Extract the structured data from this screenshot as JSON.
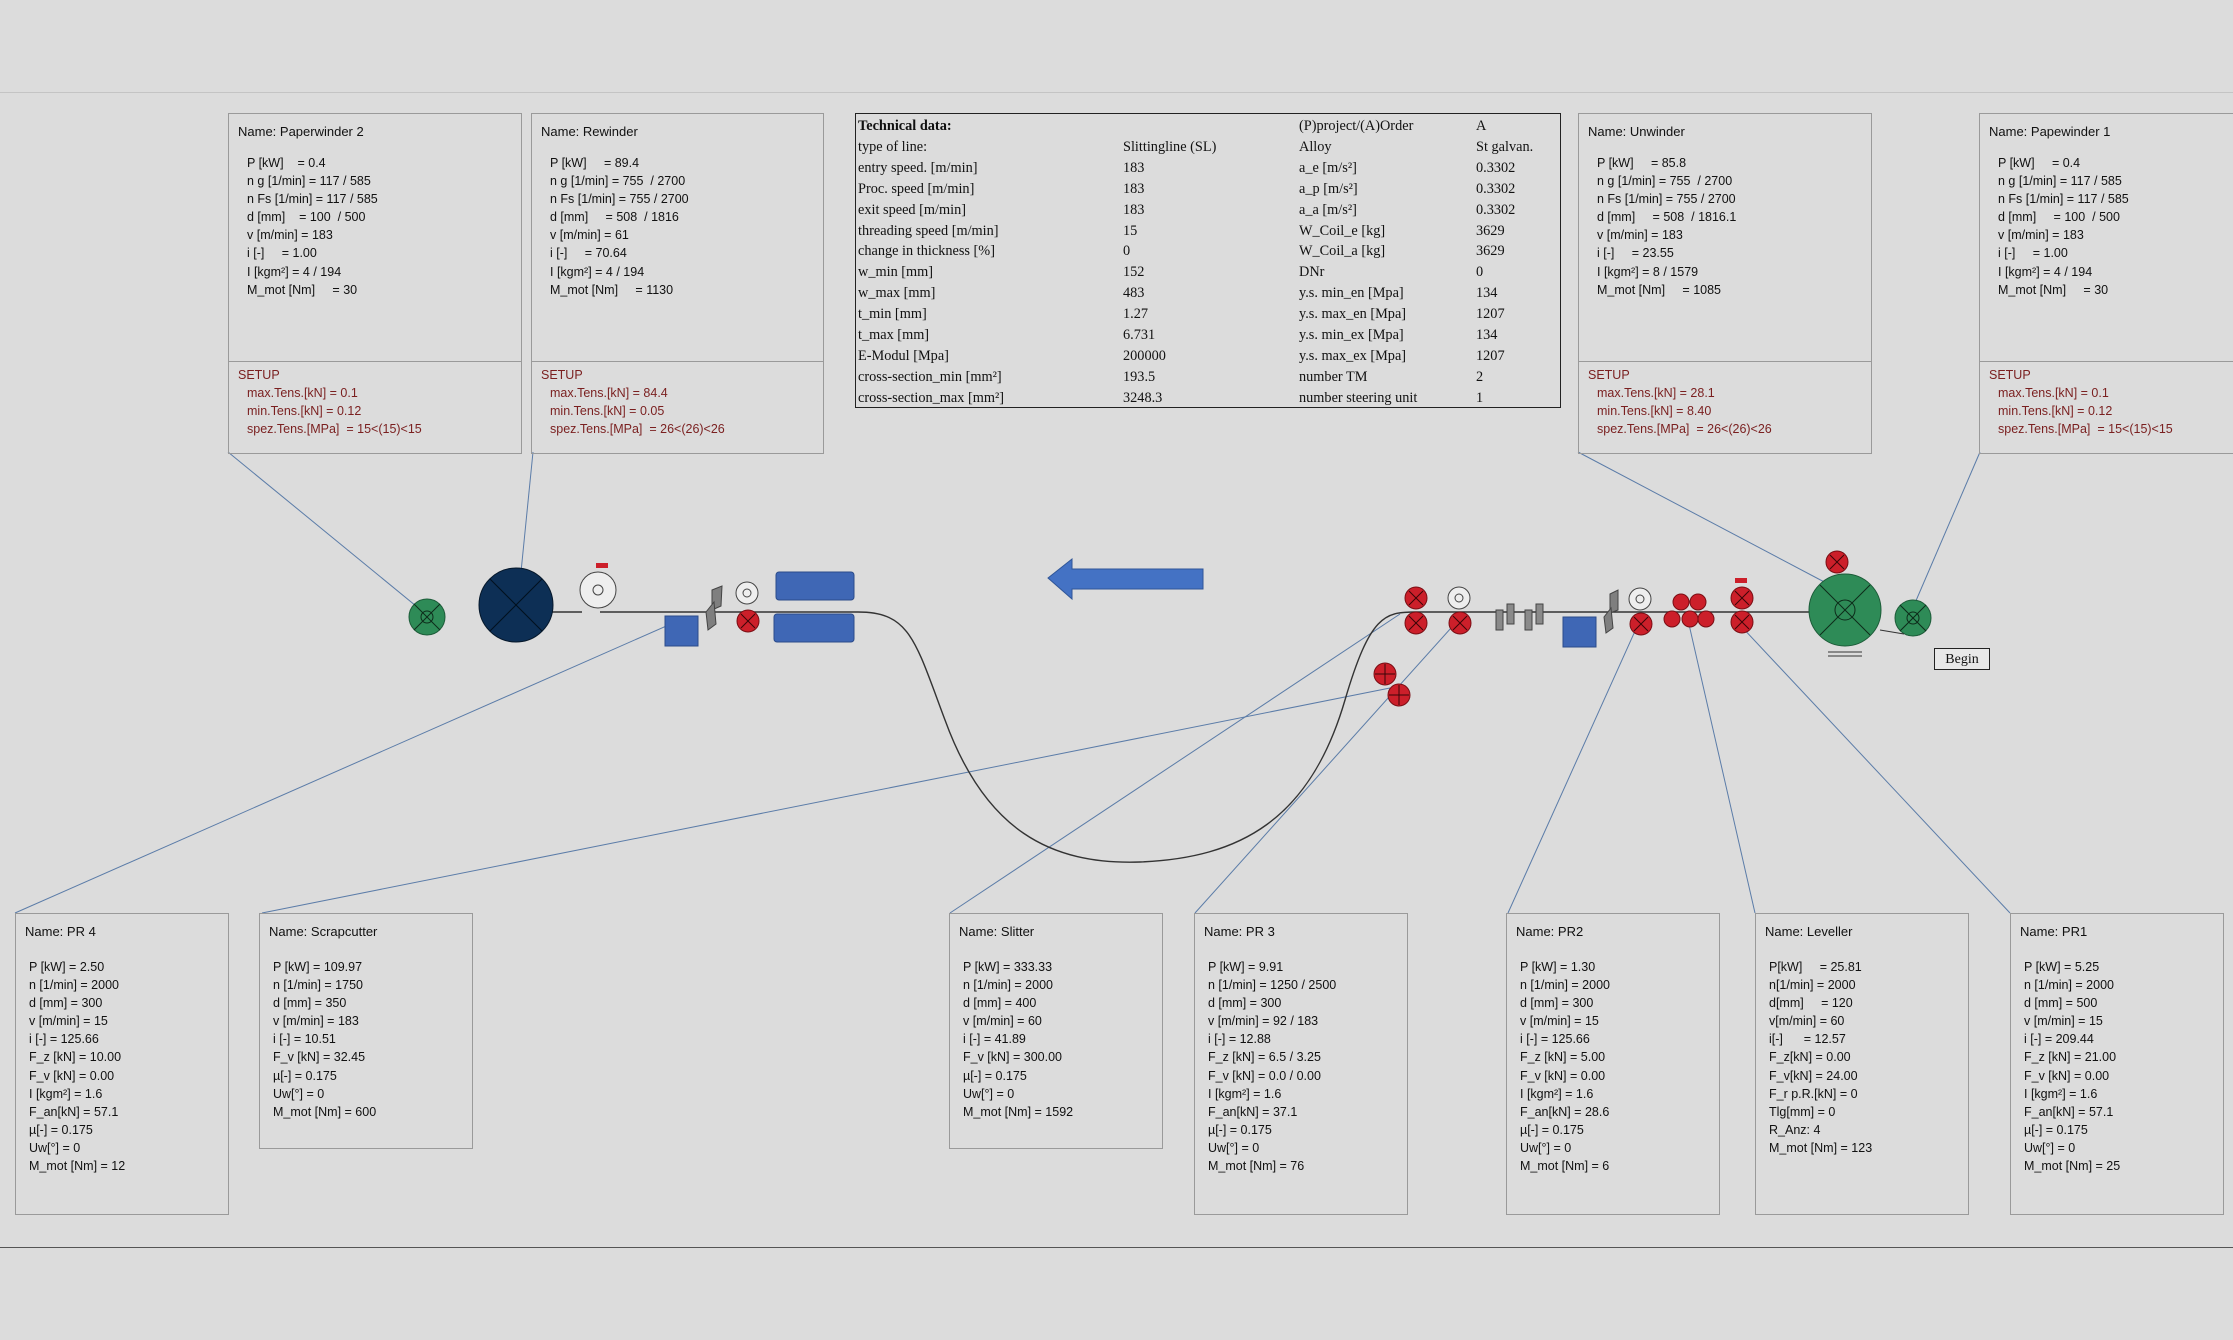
{
  "technical_data": {
    "rows": [
      {
        "c1": "Technical data:",
        "c2": "",
        "c3": "(P)project/(A)Order",
        "c4": "A"
      },
      {
        "c1": "type of line:",
        "c2": "Slittingline (SL)",
        "c3": "Alloy",
        "c4": "St galvan."
      },
      {
        "c1": "entry speed. [m/min]",
        "c2": "183",
        "c3": "a_e [m/s²]",
        "c4": "0.3302"
      },
      {
        "c1": "Proc. speed [m/min]",
        "c2": "183",
        "c3": "a_p [m/s²]",
        "c4": "0.3302"
      },
      {
        "c1": "exit speed [m/min]",
        "c2": "183",
        "c3": "a_a [m/s²]",
        "c4": "0.3302"
      },
      {
        "c1": "threading speed [m/min]",
        "c2": "15",
        "c3": "W_Coil_e [kg]",
        "c4": "3629"
      },
      {
        "c1": "change in thickness [%]",
        "c2": "0",
        "c3": "W_Coil_a [kg]",
        "c4": "3629"
      },
      {
        "c1": "w_min [mm]",
        "c2": "152",
        "c3": "DNr",
        "c4": "0"
      },
      {
        "c1": "w_max [mm]",
        "c2": "483",
        "c3": "y.s. min_en [Mpa]",
        "c4": "134"
      },
      {
        "c1": "t_min [mm]",
        "c2": "1.27",
        "c3": "y.s. max_en [Mpa]",
        "c4": "1207"
      },
      {
        "c1": "t_max [mm]",
        "c2": "6.731",
        "c3": "y.s. min_ex [Mpa]",
        "c4": "134"
      },
      {
        "c1": "E-Modul [Mpa]",
        "c2": "200000",
        "c3": "y.s. max_ex [Mpa]",
        "c4": "1207"
      },
      {
        "c1": "cross-section_min [mm²]",
        "c2": "193.5",
        "c3": "number TM",
        "c4": "2"
      },
      {
        "c1": "cross-section_max [mm²]",
        "c2": "3248.3",
        "c3": "number steering unit",
        "c4": "1"
      }
    ]
  },
  "top_boxes": [
    {
      "name": "Name: Paperwinder 2",
      "lines": [
        "P [kW]    = 0.4",
        "n g [1/min] = 117 / 585",
        "n Fs [1/min] = 117 / 585",
        "d [mm]    = 100  / 500",
        "v [m/min] = 183",
        "i [-]     = 1.00",
        "I [kgm²] = 4 / 194",
        "M_mot [Nm]     = 30"
      ],
      "setup_title": "SETUP",
      "setup": [
        "max.Tens.[kN] = 0.1",
        "min.Tens.[kN] = 0.12",
        "spez.Tens.[MPa]  = 15<(15)<15"
      ]
    },
    {
      "name": "Name: Rewinder",
      "lines": [
        "P [kW]     = 89.4",
        "n g [1/min] = 755  / 2700",
        "n Fs [1/min] = 755 / 2700",
        "d [mm]     = 508  / 1816",
        "v [m/min] = 61",
        "i [-]     = 70.64",
        "I [kgm²] = 4 / 194",
        "M_mot [Nm]     = 1130"
      ],
      "setup_title": "SETUP",
      "setup": [
        "max.Tens.[kN] = 84.4",
        "min.Tens.[kN] = 0.05",
        "spez.Tens.[MPa]  = 26<(26)<26"
      ]
    },
    {
      "name": "Name: Unwinder",
      "lines": [
        "P [kW]     = 85.8",
        "n g [1/min] = 755  / 2700",
        "n Fs [1/min] = 755 / 2700",
        "d [mm]     = 508  / 1816.1",
        "v [m/min] = 183",
        "i [-]     = 23.55",
        "I [kgm²] = 8 / 1579",
        "M_mot [Nm]     = 1085"
      ],
      "setup_title": "SETUP",
      "setup": [
        "max.Tens.[kN] = 28.1",
        "min.Tens.[kN] = 8.40",
        "spez.Tens.[MPa]  = 26<(26)<26"
      ]
    },
    {
      "name": "Name: Papewinder 1",
      "lines": [
        "P [kW]     = 0.4",
        "n g [1/min] = 117 / 585",
        "n Fs [1/min] = 117 / 585",
        "d [mm]     = 100  / 500",
        "v [m/min] = 183",
        "i [-]     = 1.00",
        "I [kgm²] = 4 / 194",
        "M_mot [Nm]     = 30"
      ],
      "setup_title": "SETUP",
      "setup": [
        "max.Tens.[kN] = 0.1",
        "min.Tens.[kN] = 0.12",
        "spez.Tens.[MPa]  = 15<(15)<15"
      ]
    }
  ],
  "bottom_boxes": [
    {
      "name": "Name: PR 4",
      "lines": [
        "P [kW] = 2.50",
        "n [1/min] = 2000",
        "d [mm] = 300",
        "v [m/min] = 15",
        "i [-] = 125.66",
        "F_z [kN] = 10.00",
        "F_v [kN] = 0.00",
        "I [kgm²] = 1.6",
        "F_an[kN] = 57.1",
        "µ[-] = 0.175",
        "Uw[°] = 0",
        "M_mot [Nm] = 12"
      ]
    },
    {
      "name": "Name: Scrapcutter",
      "lines": [
        "P [kW] = 109.97",
        "n [1/min] = 1750",
        "d [mm] = 350",
        "v [m/min] = 183",
        "i [-] = 10.51",
        "F_v [kN] = 32.45",
        "µ[-] = 0.175",
        "Uw[°] = 0",
        "M_mot [Nm] = 600"
      ]
    },
    {
      "name": "Name: Slitter",
      "lines": [
        "P [kW] = 333.33",
        "n [1/min] = 2000",
        "d [mm] = 400",
        "v [m/min] = 60",
        "i [-] = 41.89",
        "F_v [kN] = 300.00",
        "µ[-] = 0.175",
        "Uw[°] = 0",
        "M_mot [Nm] = 1592"
      ]
    },
    {
      "name": "Name: PR 3",
      "lines": [
        "P [kW] = 9.91",
        "n [1/min] = 1250 / 2500",
        "d [mm] = 300",
        "v [m/min] = 92 / 183",
        "i [-] = 12.88",
        "F_z [kN] = 6.5 / 3.25",
        "F_v [kN] = 0.0 / 0.00",
        "I [kgm²] = 1.6",
        "F_an[kN] = 37.1",
        "µ[-] = 0.175",
        "Uw[°] = 0",
        "M_mot [Nm] = 76"
      ]
    },
    {
      "name": "Name: PR2",
      "lines": [
        "P [kW] = 1.30",
        "n [1/min] = 2000",
        "d [mm] = 300",
        "v [m/min] = 15",
        "i [-] = 125.66",
        "F_z [kN] = 5.00",
        "F_v [kN] = 0.00",
        "I [kgm²] = 1.6",
        "F_an[kN] = 28.6",
        "µ[-] = 0.175",
        "Uw[°] = 0",
        "M_mot [Nm] = 6"
      ]
    },
    {
      "name": "Name: Leveller",
      "lines": [
        "P[kW]     = 25.81",
        "n[1/min] = 2000",
        "d[mm]     = 120",
        "v[m/min] = 60",
        "i[-]      = 12.57",
        "F_z[kN] = 0.00",
        "F_v[kN] = 24.00",
        "F_r p.R.[kN] = 0",
        "Tlg[mm] = 0",
        "R_Anz: 4",
        "M_mot [Nm] = 123"
      ]
    },
    {
      "name": "Name: PR1",
      "lines": [
        "P [kW] = 5.25",
        "n [1/min] = 2000",
        "d [mm] = 500",
        "v [m/min] = 15",
        "i [-] = 209.44",
        "F_z [kN] = 21.00",
        "F_v [kN] = 0.00",
        "I [kgm²] = 1.6",
        "F_an[kN] = 57.1",
        "µ[-] = 0.175",
        "Uw[°] = 0",
        "M_mot [Nm] = 25"
      ]
    }
  ],
  "begin_button": "Begin",
  "colors": {
    "background": "#dcdcdc",
    "motor_green": "#2e8b57",
    "coil_navy": "#0d2f55",
    "pinch_red": "#cc1f2a",
    "arrow_blue": "#4472c4",
    "block_blue": "#3f67b5",
    "setup_text": "#7a1f1f"
  }
}
